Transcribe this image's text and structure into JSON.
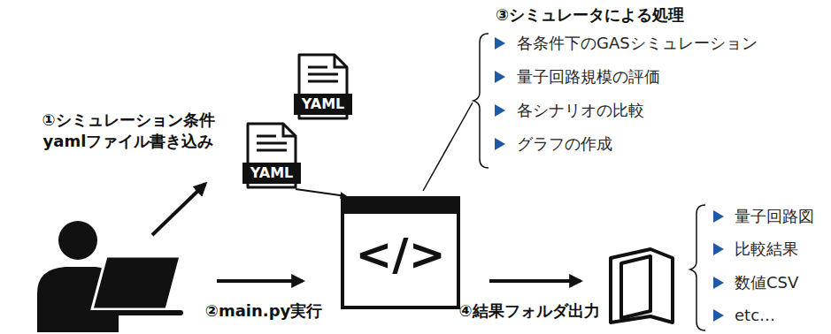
{
  "diagram": {
    "nodes": [
      {
        "text": [
          "YAML"
        ]
      },
      {
        "text": [
          "YAML"
        ]
      },
      {
        "text": [
          "</>"
        ]
      }
    ],
    "edges": [
      {
        "from": 1,
        "to": 2,
        "arrow": "to"
      }
    ],
    "labels": [
      "③シミュレータによる処理",
      "各条件下のGASシミュレーション",
      "量子回路規模の評価",
      "各シナリオの比較",
      "グラフの作成",
      "①シミュレーション条件 yamlファイル書き込み",
      "②main.py実行",
      "④結果フォルダ出力",
      "量子回路図",
      "比較結果",
      "数値CSV",
      "etc…"
    ]
  }
}
